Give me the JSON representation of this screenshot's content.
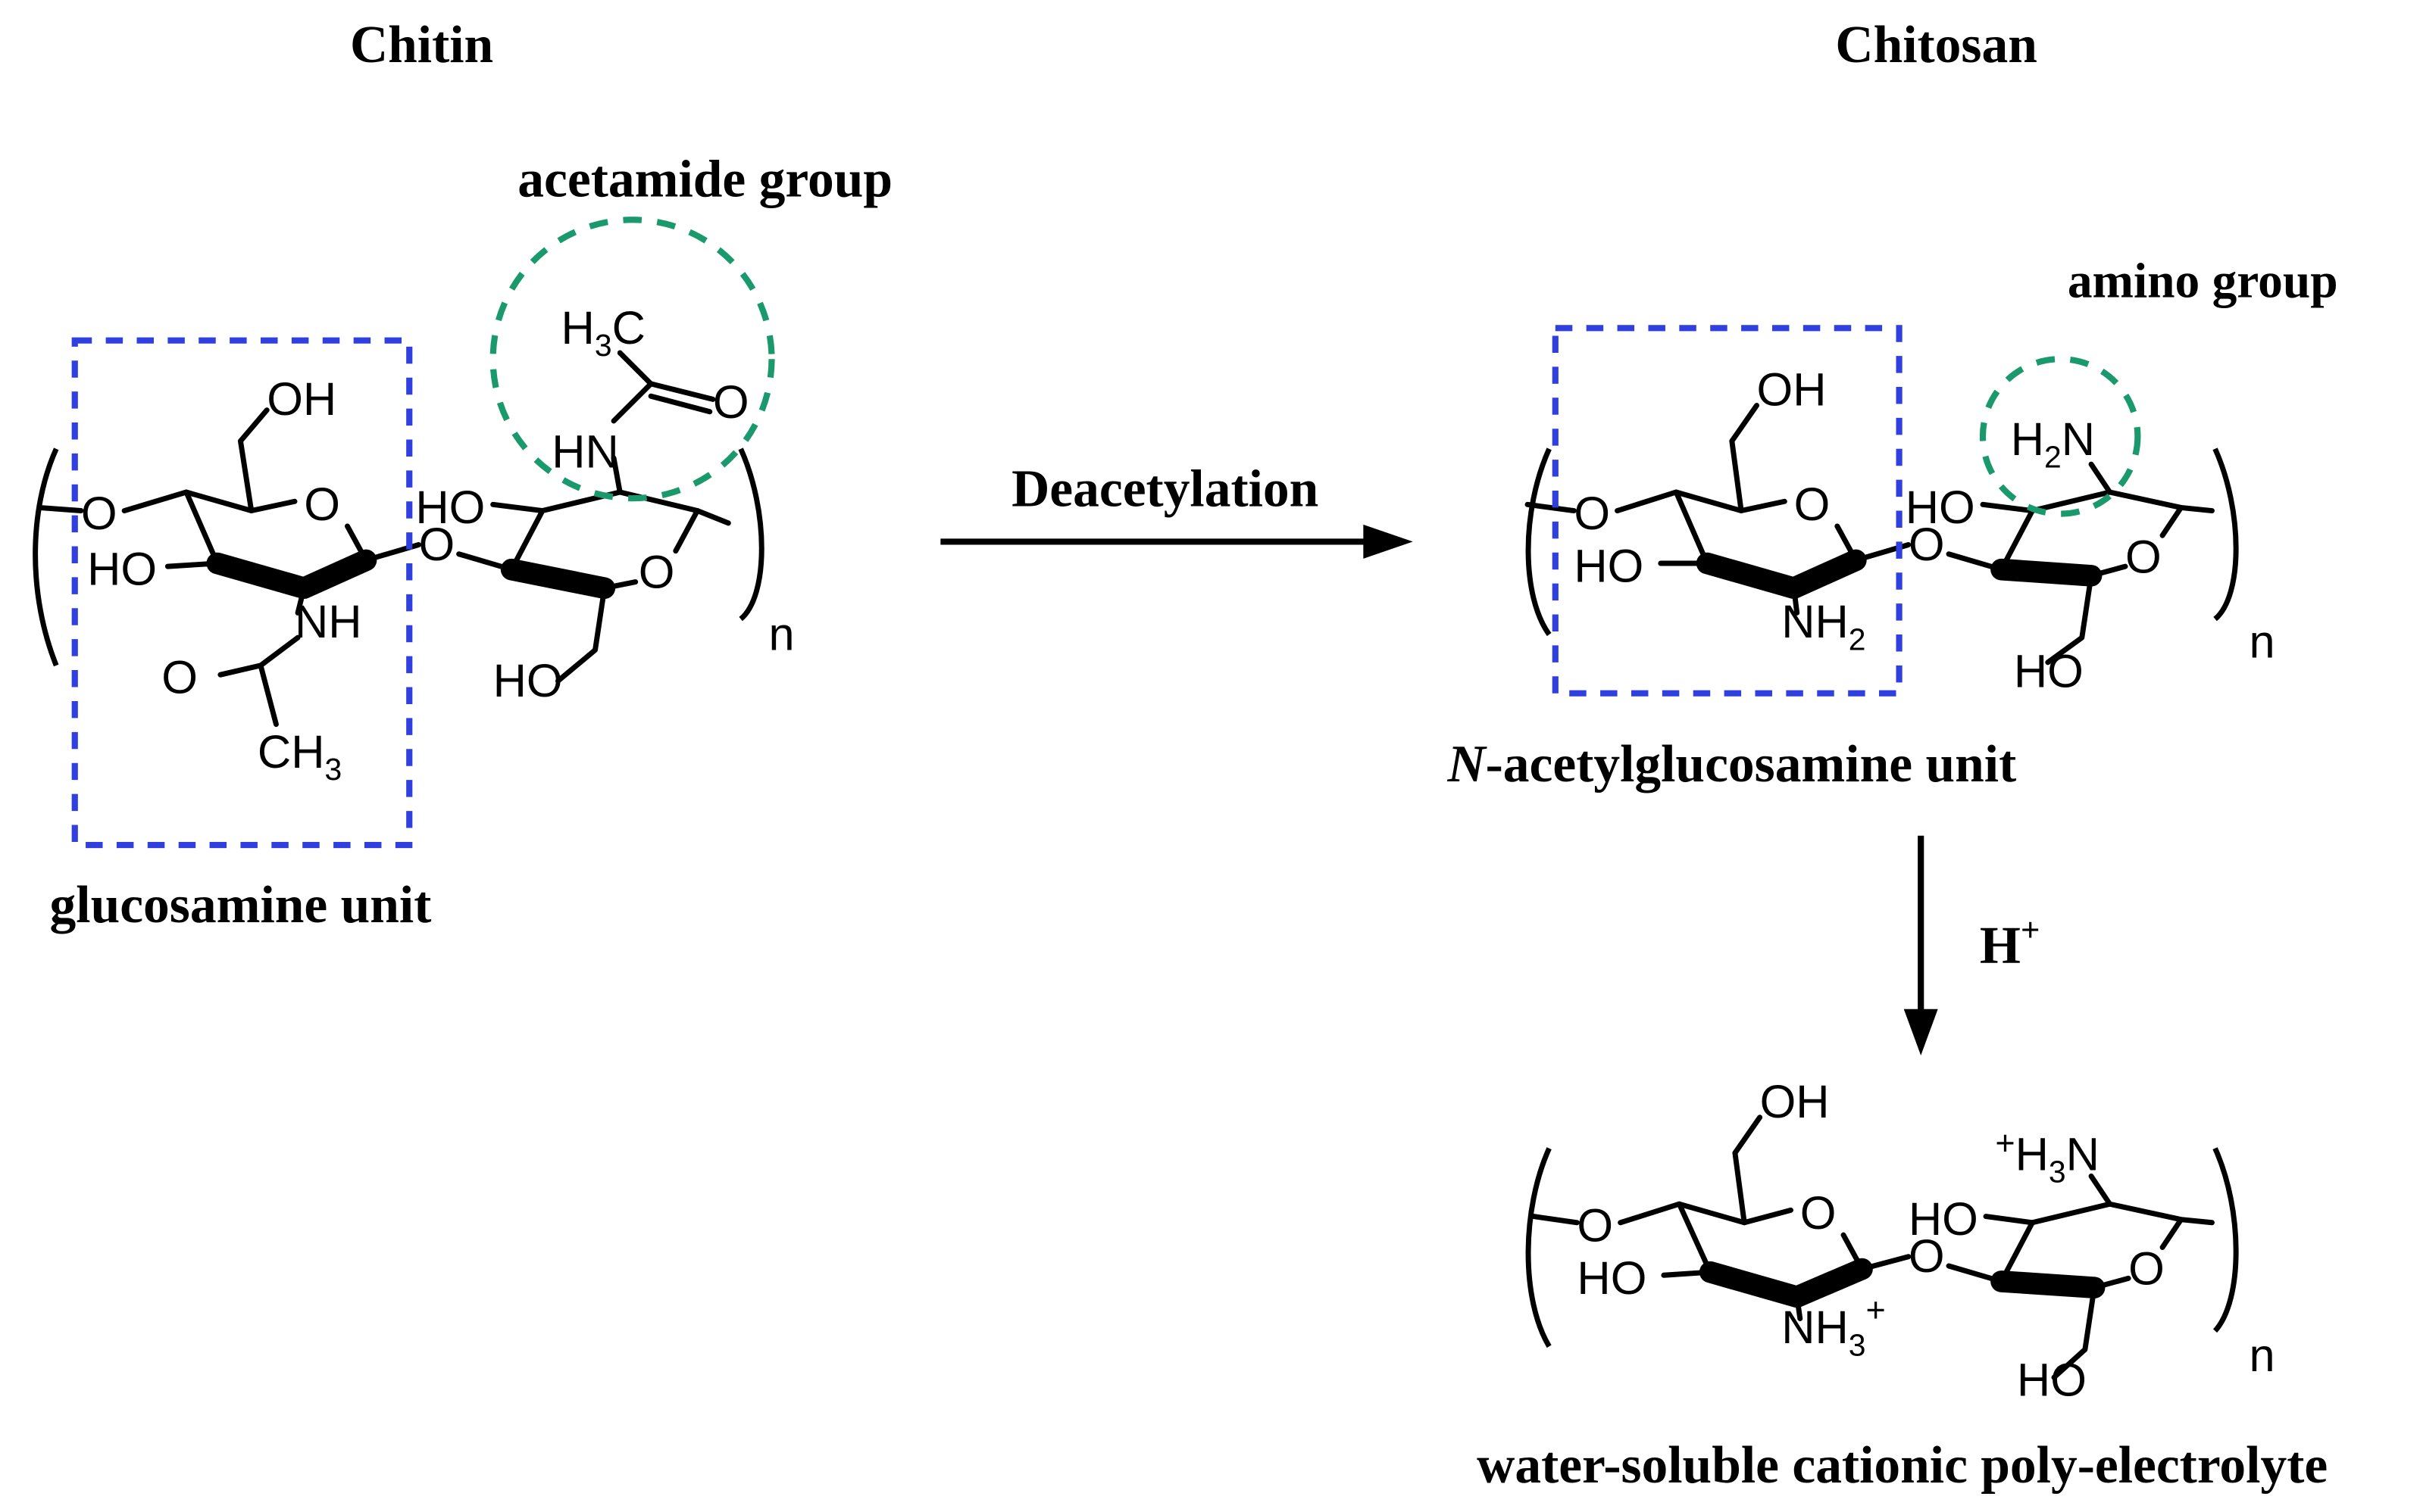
{
  "titles": {
    "chitin": "Chitin",
    "chitosan": "Chitosan"
  },
  "labels": {
    "acetamide_group": "acetamide group",
    "amino_group": "amino group",
    "glucosamine_unit": "glucosamine unit",
    "n_acetylglucosamine_italic": "N",
    "n_acetylglucosamine_rest": "-acetylglucosamine unit",
    "water_soluble": "water-soluble cationic poly-electrolyte"
  },
  "arrows": {
    "deacetylation": "Deacetylation",
    "acid_main": "H",
    "acid_sup": "+"
  },
  "atoms": {
    "oh": "OH",
    "ho": "HO",
    "o": "O",
    "n": "n",
    "nh": "NH",
    "hn": "HN",
    "c": "C",
    "h": "H",
    "n_atom": "N",
    "ch": "CH",
    "nh2_sub": "2",
    "three": "3",
    "plus": "+"
  },
  "colors": {
    "box_blue": "#2f3fe0",
    "circle_green": "#1a9a6c",
    "ink": "#000000"
  }
}
